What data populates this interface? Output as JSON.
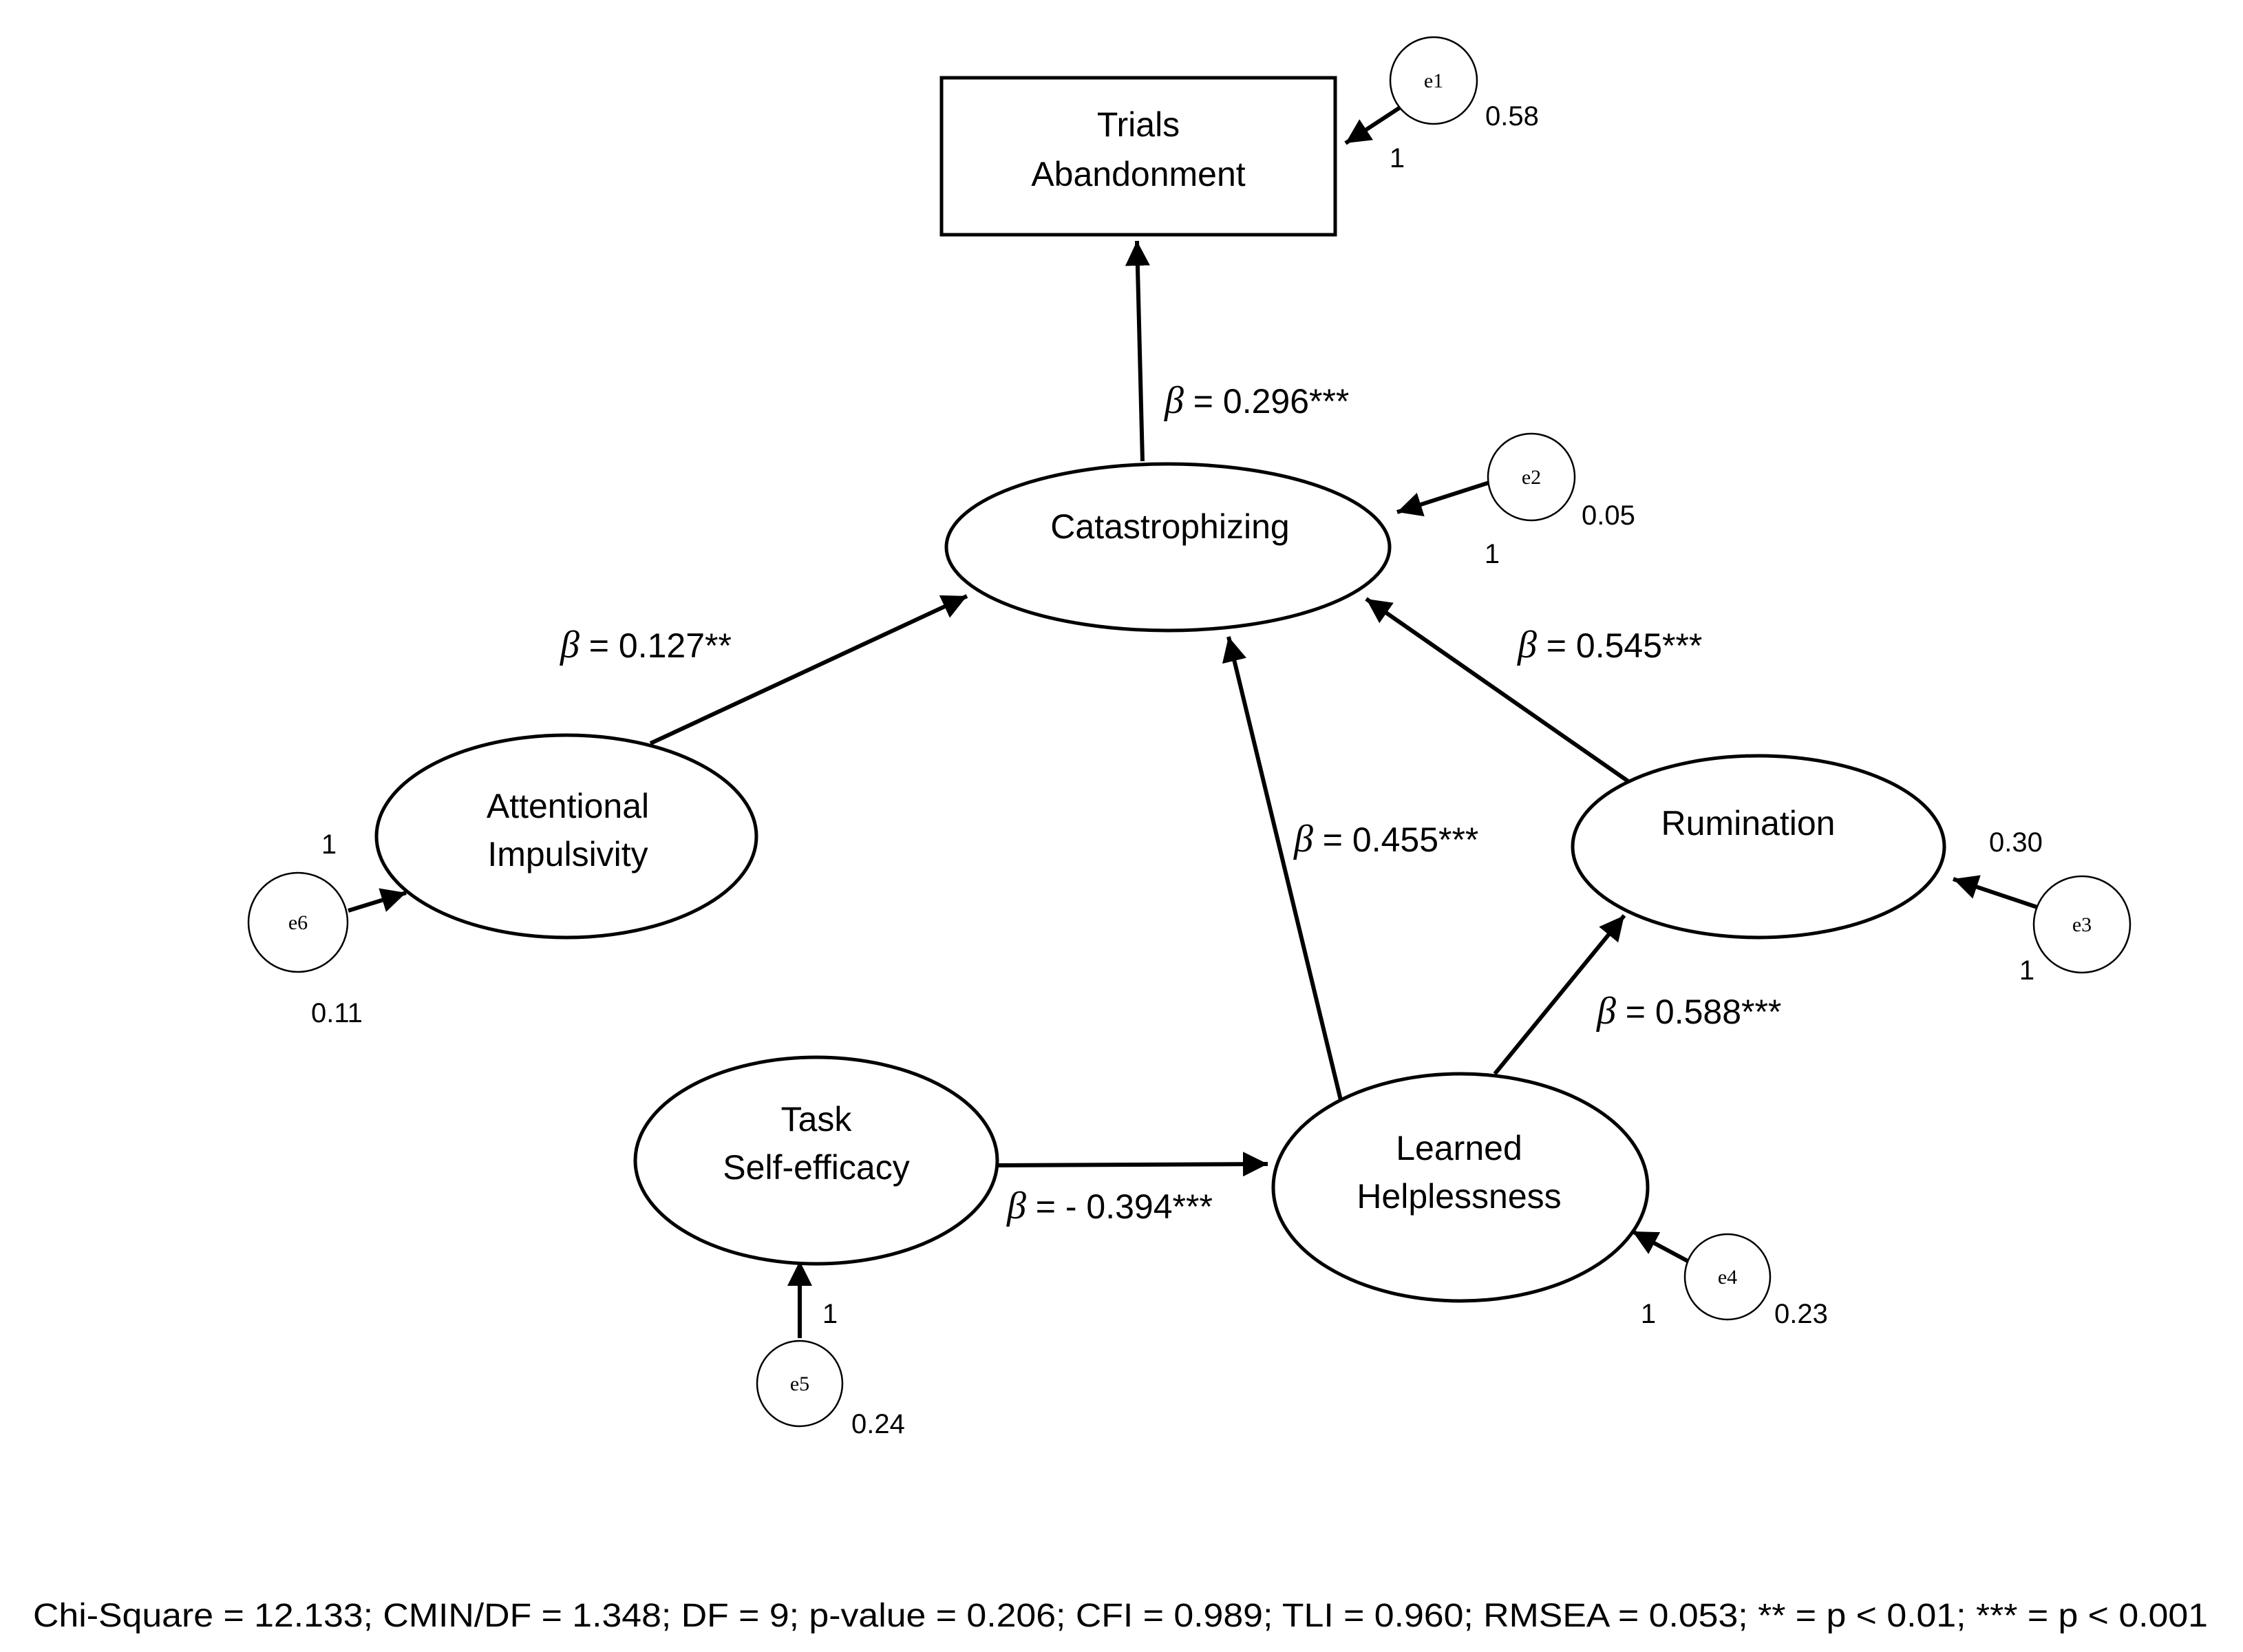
{
  "nodes": {
    "trials_abandonment": [
      "Trials",
      "Abandonment"
    ],
    "catastrophizing": [
      "Catastrophizing"
    ],
    "attentional_impulsivity": [
      "Attentional",
      "Impulsivity"
    ],
    "rumination": [
      "Rumination"
    ],
    "task_self_efficacy": [
      "Task",
      "Self-efficacy"
    ],
    "learned_helplessness": [
      "Learned",
      "Helplessness"
    ]
  },
  "paths": {
    "beta_symbol": "β",
    "catastrophizing_to_trials": "= 0.296***",
    "impulsivity_to_catastrophizing": "= 0.127**",
    "rumination_to_catastrophizing": "= 0.545***",
    "helplessness_to_catastrophizing": "= 0.455***",
    "helplessness_to_rumination": "= 0.588***",
    "selfefficacy_to_helplessness": "= - 0.394***"
  },
  "errors": {
    "e1": {
      "label": "e1",
      "weight": "1",
      "variance": "0.58"
    },
    "e2": {
      "label": "e2",
      "weight": "1",
      "variance": "0.05"
    },
    "e3": {
      "label": "e3",
      "weight": "1",
      "variance": "0.30"
    },
    "e4": {
      "label": "e4",
      "weight": "1",
      "variance": "0.23"
    },
    "e5": {
      "label": "e5",
      "weight": "1",
      "variance": "0.24"
    },
    "e6": {
      "label": "e6",
      "weight": "1",
      "variance": "0.11"
    }
  },
  "fit_statistics": "Chi-Square = 12.133; CMIN/DF = 1.348; DF = 9; p-value = 0.206; CFI = 0.989; TLI = 0.960; RMSEA = 0.053; ** = p < 0.01; *** = p < 0.001",
  "colors": {
    "stroke": "#000000",
    "background": "#ffffff"
  }
}
